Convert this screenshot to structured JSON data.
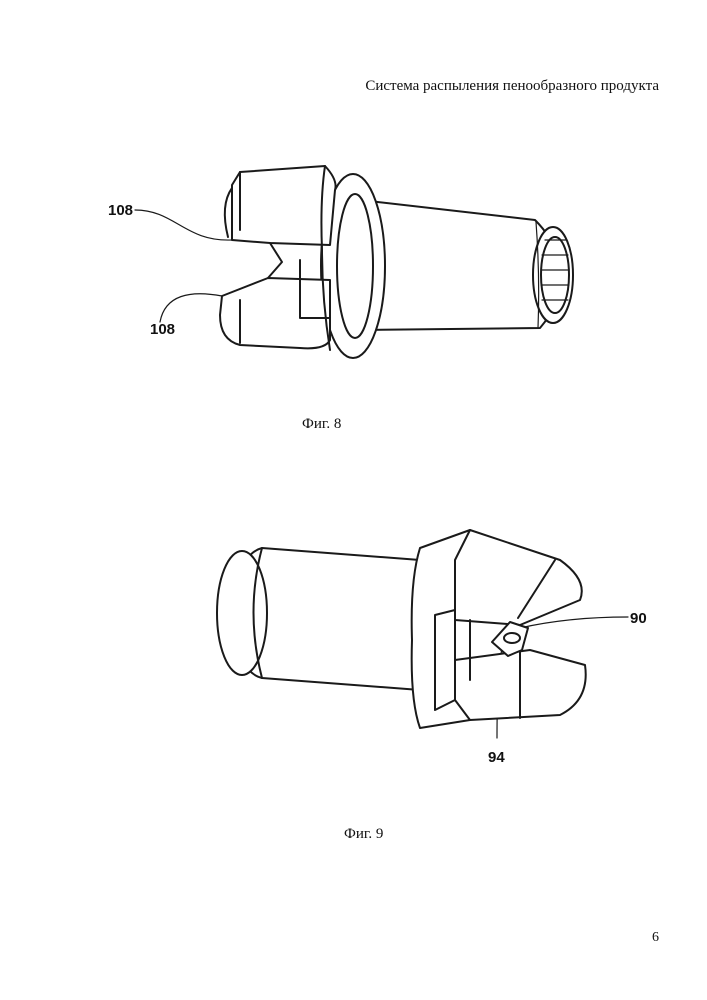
{
  "header": {
    "title": "Система распыления пенообразного продукта"
  },
  "figures": [
    {
      "caption": "Фиг. 8",
      "labels": {
        "top_ref": "108",
        "bottom_ref": "108"
      }
    },
    {
      "caption": "Фиг. 9",
      "labels": {
        "ref_90": "90",
        "ref_94": "94"
      }
    }
  ],
  "footer": {
    "page_number": "6"
  }
}
